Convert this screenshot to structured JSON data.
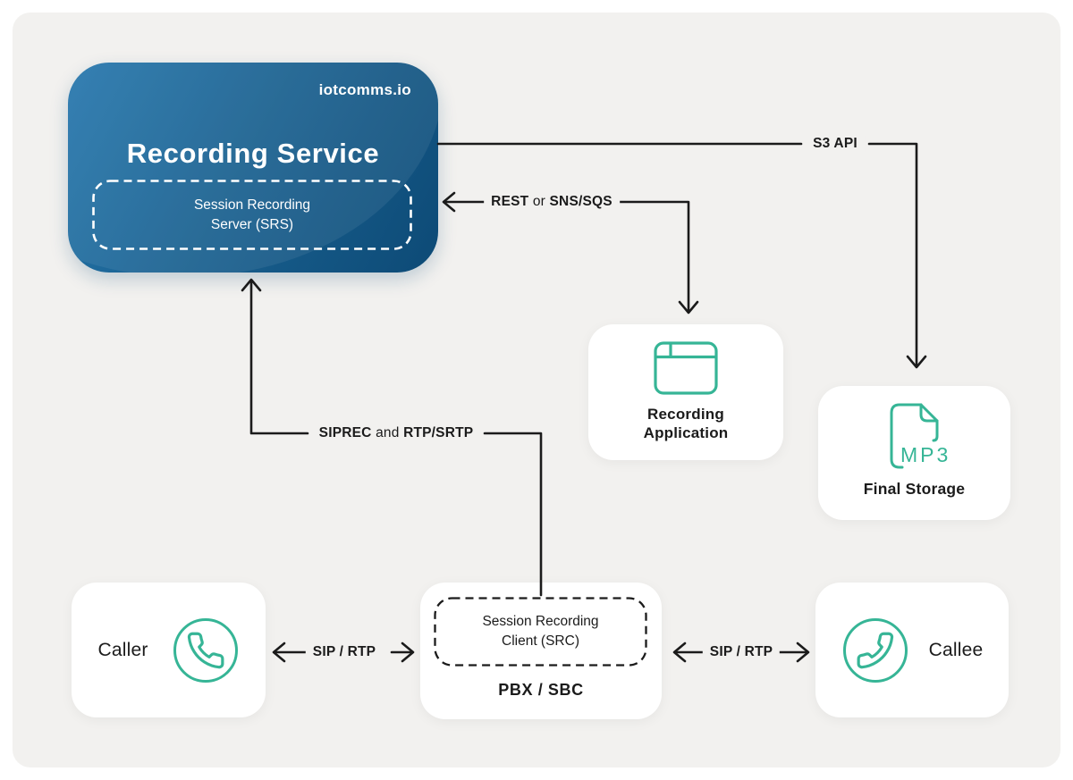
{
  "colors": {
    "canvas_bg": "#f2f1ef",
    "accent_teal": "#36b596",
    "line_color": "#1b1b1b",
    "blue_gradient_start": "#2677ad",
    "blue_gradient_end": "#0d4a76"
  },
  "recording_service": {
    "brand": "iotcomms.io",
    "title": "Recording Service",
    "server_line1": "Session Recording",
    "server_line2": "Server (SRS)"
  },
  "edges": {
    "s3_api": {
      "label": "S3 API"
    },
    "rest": {
      "bold1": "REST",
      "mid": " or ",
      "bold2": "SNS/SQS"
    },
    "siprec": {
      "bold1": "SIPREC",
      "mid": " and ",
      "bold2": "RTP/SRTP"
    },
    "sip_rtp_left": {
      "label": "SIP / RTP"
    },
    "sip_rtp_right": {
      "label": "SIP / RTP"
    }
  },
  "nodes": {
    "recording_application": {
      "line1": "Recording",
      "line2": "Application"
    },
    "final_storage": {
      "label": "Final Storage",
      "file_type": "MP3"
    },
    "caller": {
      "label": "Caller"
    },
    "pbx": {
      "client_line1": "Session Recording",
      "client_line2": "Client (SRC)",
      "label": "PBX / SBC"
    },
    "callee": {
      "label": "Callee"
    }
  }
}
